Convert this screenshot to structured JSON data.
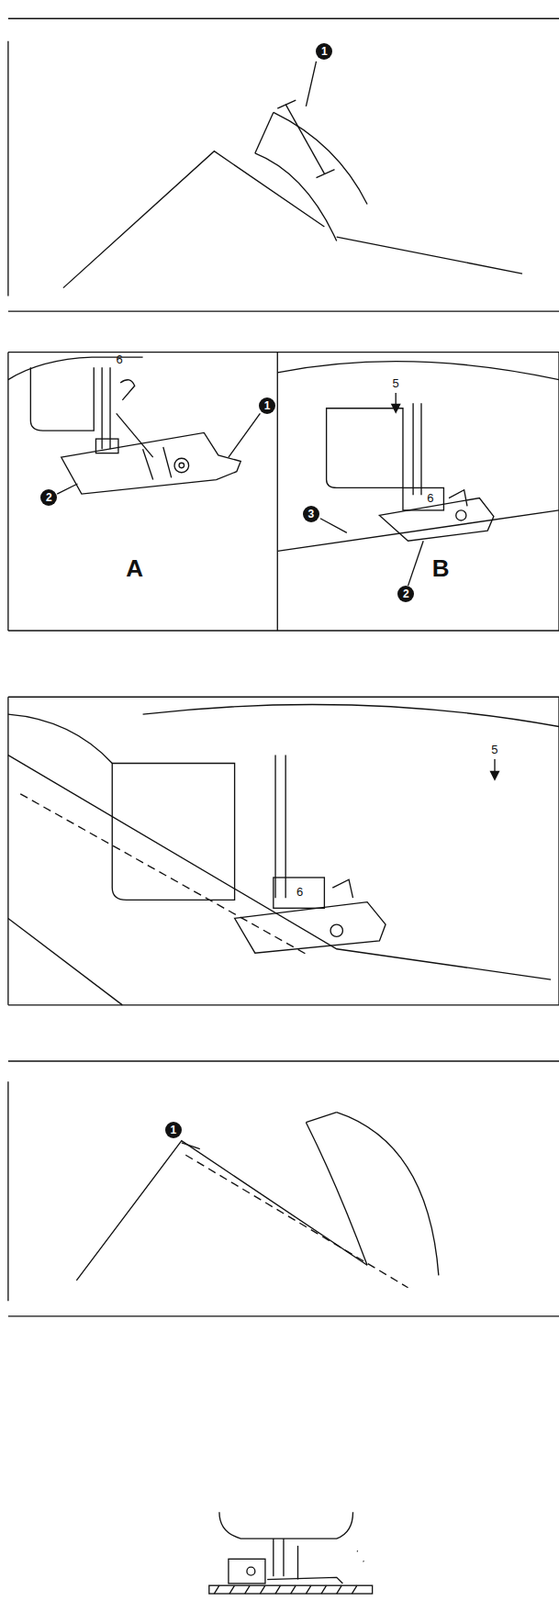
{
  "diagram": {
    "labels": [
      "1",
      "6",
      "1",
      "2",
      "A",
      "5",
      "3",
      "6",
      "2",
      "B",
      "5",
      "6",
      "1"
    ]
  }
}
